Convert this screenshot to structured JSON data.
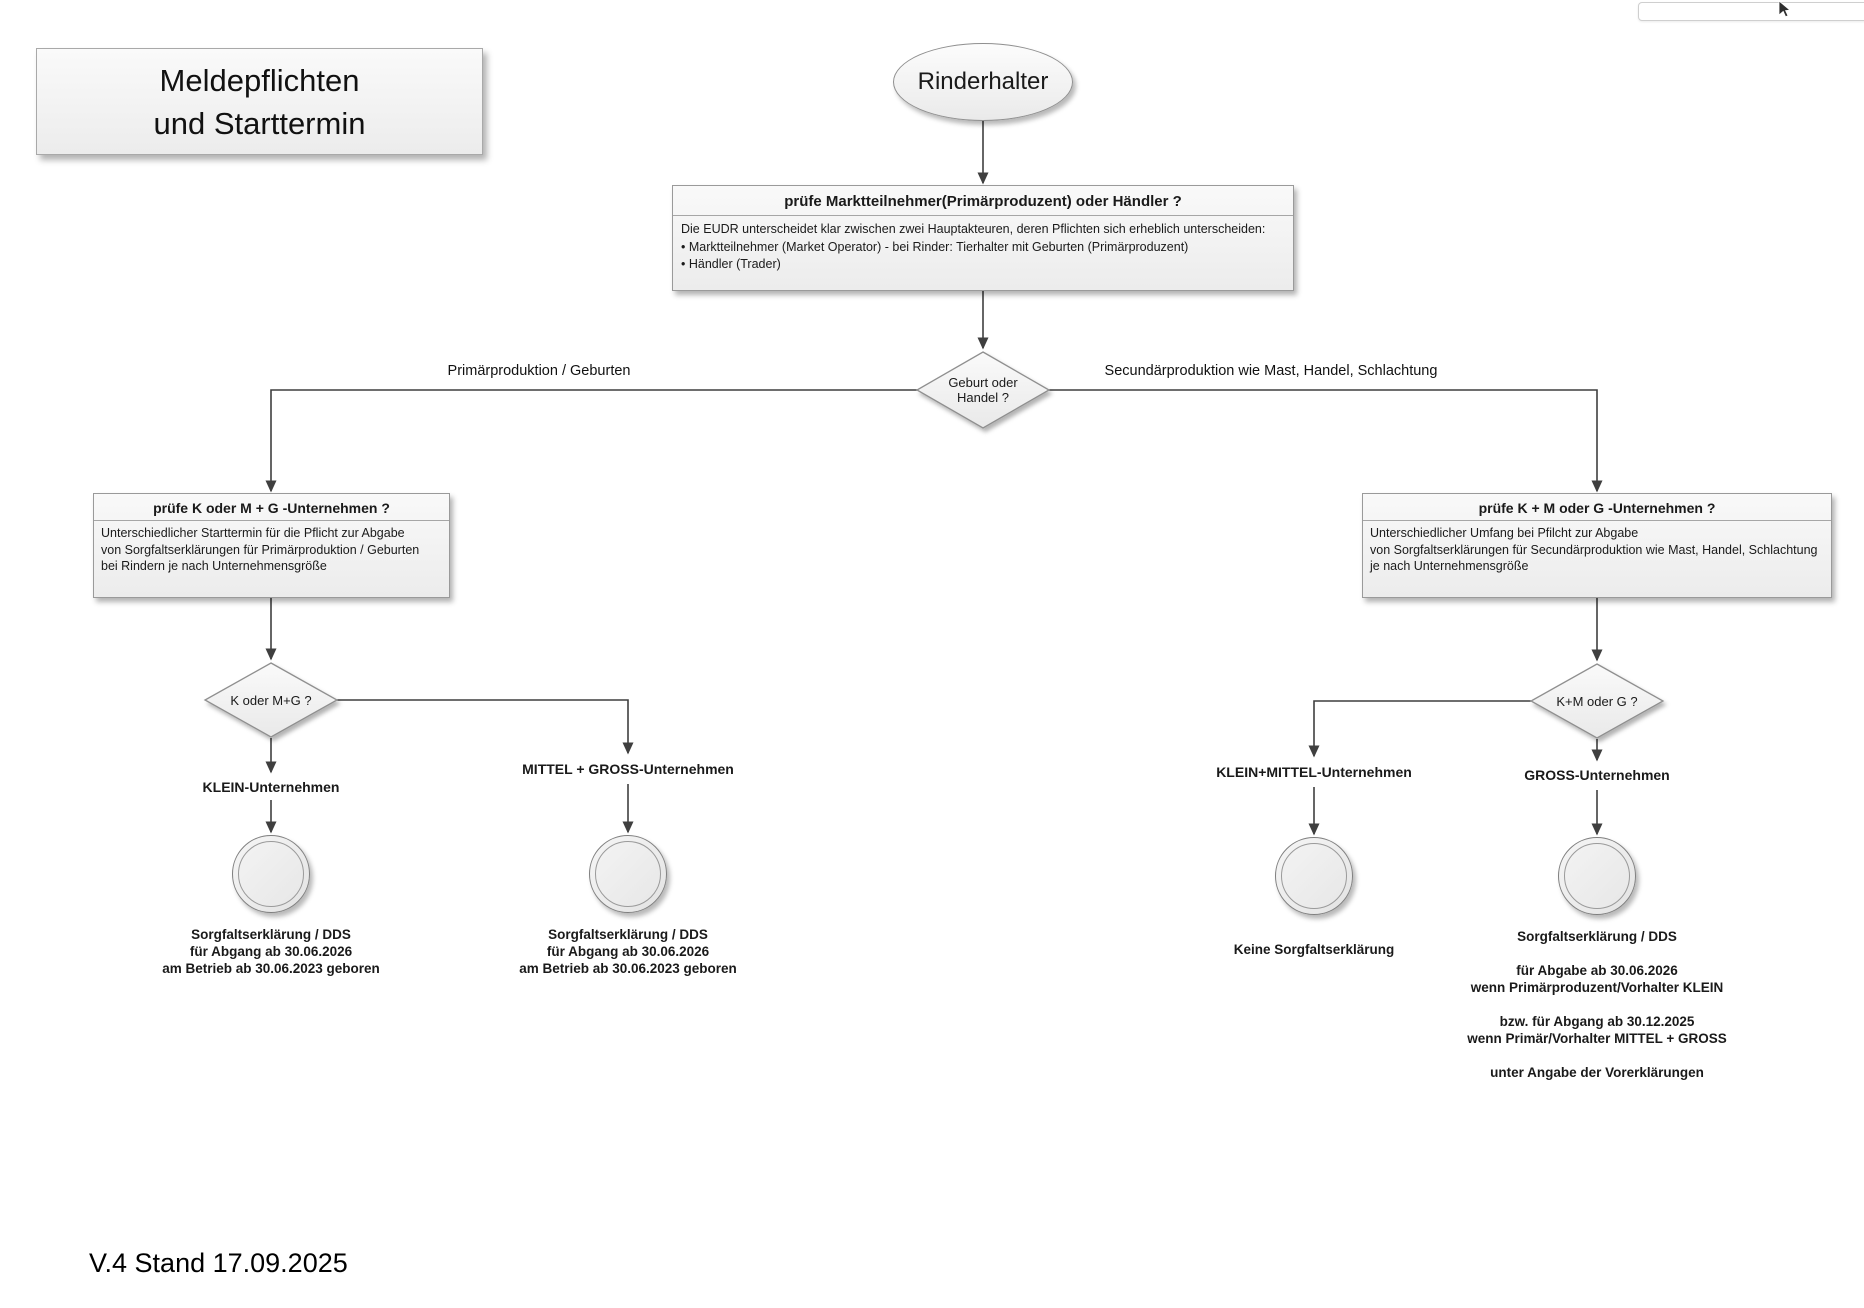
{
  "colors": {
    "arrow": "#3f3f3f",
    "shape_border": "#8f8f8f"
  },
  "title_box": {
    "text": "Meldepflichten\nund Starttermin"
  },
  "start_node": {
    "label": "Rinderhalter"
  },
  "actor_check_box": {
    "header": "prüfe Marktteilnehmer(Primärproduzent) oder Händler ?",
    "body": "Die EUDR unterscheidet klar zwischen zwei Hauptakteuren, deren Pflichten sich erheblich unterscheiden:\n• Marktteilnehmer (Market Operator) - bei Rinder: Tierhalter mit Geburten (Primärproduzent)\n• Händler (Trader)"
  },
  "decision_main": {
    "label": "Geburt oder\nHandel ?"
  },
  "branches": {
    "left_label": "Primärproduktion / Geburten",
    "right_label": "Secundärproduktion wie Mast, Handel, Schlachtung"
  },
  "left_check_box": {
    "header": "prüfe K oder M + G -Unternehmen ?",
    "body": "Unterschiedlicher Starttermin für die Pflicht zur Abgabe\nvon Sorgfaltserklärungen für Primärproduktion / Geburten\nbei Rindern je nach Unternehmensgröße"
  },
  "right_check_box": {
    "header": "prüfe K + M oder G -Unternehmen ?",
    "body": "Unterschiedlicher Umfang bei Pfilcht zur Abgabe\nvon Sorgfaltserklärungen für Secundärproduktion wie Mast, Handel, Schlachtung\nje nach Unternehmensgröße"
  },
  "decision_left": {
    "label": "K oder M+G ?"
  },
  "decision_right": {
    "label": "K+M oder G ?"
  },
  "outcome_labels": {
    "klein": "KLEIN-Unternehmen",
    "mittel_gross": "MITTEL + GROSS-Unternehmen",
    "klein_mittel": "KLEIN+MITTEL-Unternehmen",
    "gross": "GROSS-Unternehmen"
  },
  "results": {
    "klein": "Sorgfaltserklärung / DDS\nfür Abgang ab 30.06.2026\nam Betrieb ab 30.06.2023 geboren",
    "mittel_gross": "Sorgfaltserklärung / DDS\nfür Abgang ab 30.06.2026\nam Betrieb ab 30.06.2023 geboren",
    "klein_mittel": "Keine Sorgfaltserklärung",
    "gross": "Sorgfaltserklärung / DDS\n\nfür Abgabe ab 30.06.2026\nwenn Primärproduzent/Vorhalter KLEIN\n\nbzw. für Abgang ab 30.12.2025\nwenn Primär/Vorhalter MITTEL + GROSS\n\nunter Angabe der Vorerklärungen"
  },
  "footer": {
    "version": "V.4 Stand 17.09.2025"
  }
}
